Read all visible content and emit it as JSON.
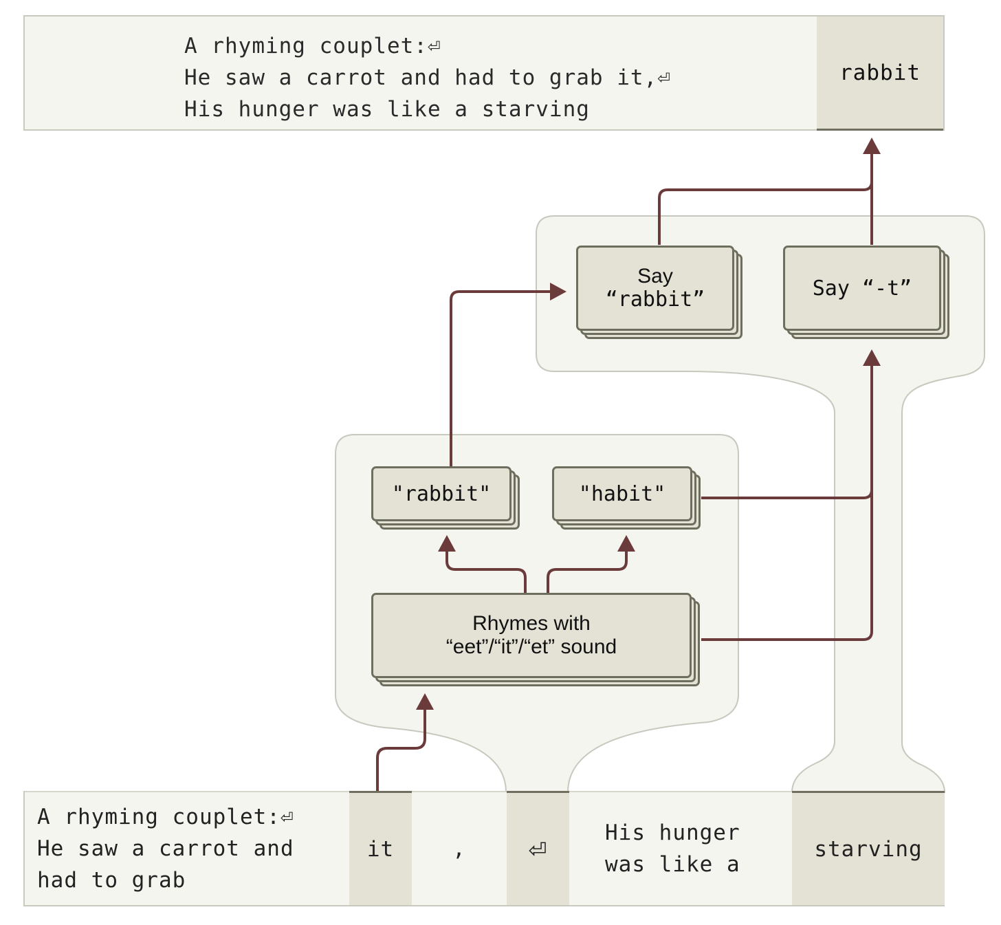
{
  "prompt_output": {
    "lines": [
      "A rhyming couplet:⏎",
      "He saw a carrot and had to grab it,⏎",
      "His hunger was like a starving"
    ],
    "predicted_token": "rabbit"
  },
  "input_tokens": {
    "prefix": "A rhyming couplet:⏎\nHe saw a carrot and\nhad to grab",
    "tok_it": "it",
    "tok_comma": ",",
    "tok_newline": "⏎",
    "middle": "His hunger\nwas like a",
    "tok_starving": "starving"
  },
  "features": {
    "say_rabbit": {
      "line1": "Say",
      "line2": "“rabbit”"
    },
    "say_t": {
      "label": "Say “-t”"
    },
    "rabbit": {
      "label": "\"rabbit\""
    },
    "habit": {
      "label": "\"habit\""
    },
    "rhymes": {
      "line1": "Rhymes with",
      "line2": "“eet”/“it”/“et” sound"
    }
  },
  "colors": {
    "arrow": "#6b3a3a",
    "group_fill": "#f5f5f0",
    "group_stroke": "#c8c8be",
    "feature_fill": "#e4e1d5",
    "feature_stroke": "#6e6e5e"
  }
}
